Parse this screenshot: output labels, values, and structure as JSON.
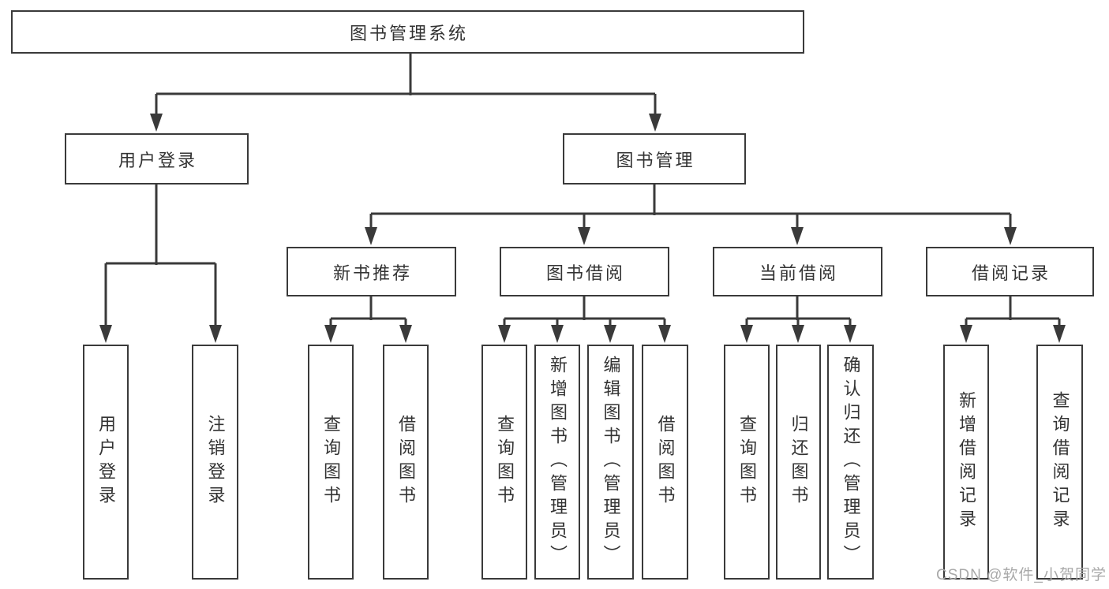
{
  "tree": {
    "label": "图书管理系统",
    "children": [
      {
        "label": "用户登录",
        "children": [
          {
            "label": "用户登录"
          },
          {
            "label": "注销登录"
          }
        ]
      },
      {
        "label": "图书管理",
        "children": [
          {
            "label": "新书推荐",
            "children": [
              {
                "label": "查询图书"
              },
              {
                "label": "借阅图书"
              }
            ]
          },
          {
            "label": "图书借阅",
            "children": [
              {
                "label": "查询图书"
              },
              {
                "label": "新增图书（管理员）"
              },
              {
                "label": "编辑图书（管理员）"
              },
              {
                "label": "借阅图书"
              }
            ]
          },
          {
            "label": "当前借阅",
            "children": [
              {
                "label": "查询图书"
              },
              {
                "label": "归还图书"
              },
              {
                "label": "确认归还（管理员）"
              }
            ]
          },
          {
            "label": "借阅记录",
            "children": [
              {
                "label": "新增借阅记录"
              },
              {
                "label": "查询借阅记录"
              }
            ]
          }
        ]
      }
    ]
  },
  "watermark": {
    "text": "CSDN @软件_小贺同学"
  },
  "colors": {
    "line": "#3a3a3a",
    "text": "#333333",
    "watermark": "#a9a9a9",
    "bg": "#ffffff"
  }
}
